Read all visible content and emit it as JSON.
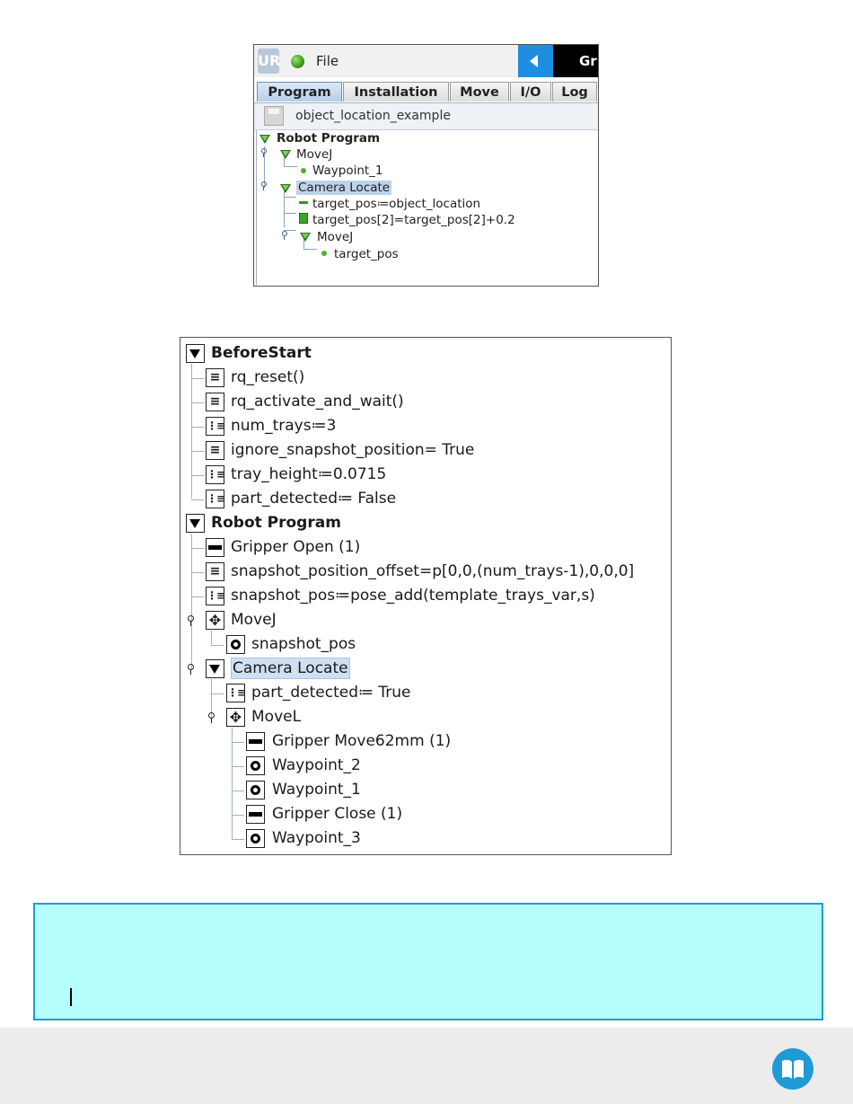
{
  "ur_panel": {
    "logo_text": "UR",
    "file_label": "File",
    "right_label": "Gr",
    "tabs": [
      "Program",
      "Installation",
      "Move",
      "I/O",
      "Log"
    ],
    "active_tab": "Program",
    "program_name": "object_location_example",
    "tree": [
      "Robot Program",
      "MoveJ",
      "Waypoint_1",
      "Camera Locate",
      "target_pos≔object_location",
      "target_pos[2]=target_pos[2]+0.2",
      "MoveJ",
      "target_pos"
    ],
    "colors": {
      "accent": "#1e8fe0",
      "green": "#2e9a1e",
      "selection": "#bcd3ea"
    }
  },
  "program_tree": {
    "items": [
      {
        "label": "BeforeStart",
        "icon": "collapse-triangle-icon"
      },
      {
        "label": "rq_reset()",
        "icon": "script-icon"
      },
      {
        "label": "rq_activate_and_wait()",
        "icon": "script-icon"
      },
      {
        "label": "num_trays≔3",
        "icon": "assignment-icon"
      },
      {
        "label": "ignore_snapshot_position= True",
        "icon": "script-icon"
      },
      {
        "label": "tray_height≔0.0715",
        "icon": "assignment-icon"
      },
      {
        "label": "part_detected≔ False",
        "icon": "assignment-icon"
      },
      {
        "label": "Robot Program",
        "icon": "collapse-triangle-icon"
      },
      {
        "label": "Gripper Open (1)",
        "icon": "gripper-icon"
      },
      {
        "label": "snapshot_position_offset=p[0,0,(num_trays-1),0,0,0]",
        "icon": "script-icon"
      },
      {
        "label": "snapshot_pos≔pose_add(template_trays_var,s)",
        "icon": "assignment-icon"
      },
      {
        "label": "MoveJ",
        "icon": "move-icon"
      },
      {
        "label": "snapshot_pos",
        "icon": "waypoint-icon"
      },
      {
        "label": "Camera Locate",
        "icon": "collapse-triangle-icon"
      },
      {
        "label": "part_detected≔ True",
        "icon": "assignment-icon"
      },
      {
        "label": "MoveL",
        "icon": "move-icon"
      },
      {
        "label": "Gripper Move62mm (1)",
        "icon": "gripper-icon"
      },
      {
        "label": "Waypoint_2",
        "icon": "waypoint-icon"
      },
      {
        "label": "Waypoint_1",
        "icon": "waypoint-icon"
      },
      {
        "label": "Gripper Close (1)",
        "icon": "gripper-icon"
      },
      {
        "label": "Waypoint_3",
        "icon": "waypoint-icon"
      }
    ]
  },
  "info_box": {
    "text": "",
    "colors": {
      "bg": "#b5ffff",
      "border": "#1a9fd0"
    }
  },
  "footer": {
    "icon": "book-icon",
    "color": "#1e9ad6"
  }
}
